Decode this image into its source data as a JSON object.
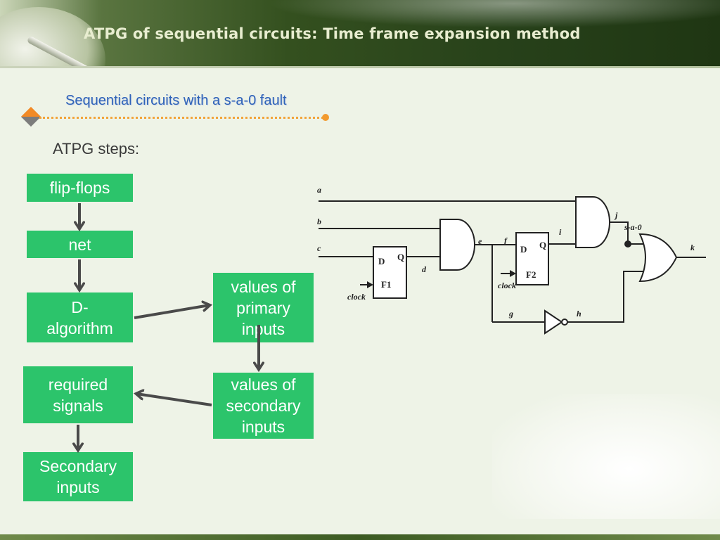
{
  "header": {
    "title": "ATPG of sequential circuits: Time frame expansion method"
  },
  "section": {
    "subtitle": "Sequential circuits with a s-a-0 fault"
  },
  "steps": {
    "label": "ATPG steps:",
    "flip_flops": "flip-flops",
    "net": "net",
    "d_algorithm_1": "D-",
    "d_algorithm_2": "algorithm",
    "primary_1": "values of",
    "primary_2": "primary",
    "primary_3": "inputs",
    "secondary_1": "values of",
    "secondary_2": "secondary",
    "secondary_3": "inputs",
    "required_1": "required",
    "required_2": "signals",
    "sec_inputs_1": "Secondary",
    "sec_inputs_2": "inputs"
  },
  "circuit": {
    "a": "a",
    "b": "b",
    "c": "c",
    "d": "d",
    "e": "e",
    "f": "f",
    "g": "g",
    "h": "h",
    "i": "i",
    "j": "j",
    "k": "k",
    "fault": "s-a-0",
    "ff1_d": "D",
    "ff1_q": "Q",
    "ff1_name": "F1",
    "ff1_clock": "clock",
    "ff2_d": "D",
    "ff2_q": "Q",
    "ff2_name": "F2",
    "ff2_clock": "clock"
  },
  "colors": {
    "box_green": "#2cc46b",
    "subtitle_blue": "#2f63b8",
    "accent_orange": "#f28a26"
  }
}
